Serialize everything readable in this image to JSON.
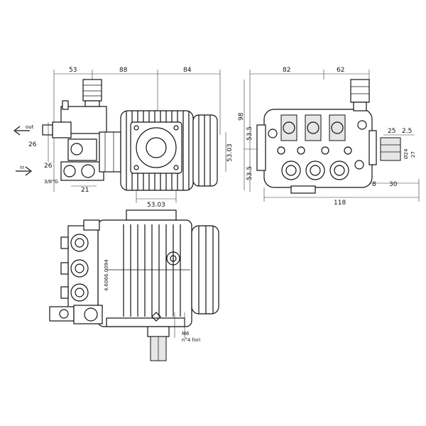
{
  "dimensions": {
    "top": [
      "53",
      "88",
      "84"
    ],
    "left_26": "26",
    "left_26b": "26",
    "left_3_8": "3/8\"G",
    "left_21": "21",
    "right_53_03": "53.03",
    "bottom_53_03": "53.03",
    "front_82": "82",
    "front_62": "62",
    "front_98": "98",
    "front_53_5a": "53.5",
    "front_53_5b": "53.5",
    "front_25": "25",
    "front_2_5": "2.5",
    "front_d24": "Ø24",
    "front_27": "27",
    "front_8": "8",
    "front_30": "30",
    "front_118": "118"
  },
  "labels": {
    "out": "out",
    "in": "in",
    "part_number": "4.6066.0094",
    "m6": "M6",
    "n4_fori": "n°4 fori"
  },
  "icon": "pump-technical-drawing"
}
